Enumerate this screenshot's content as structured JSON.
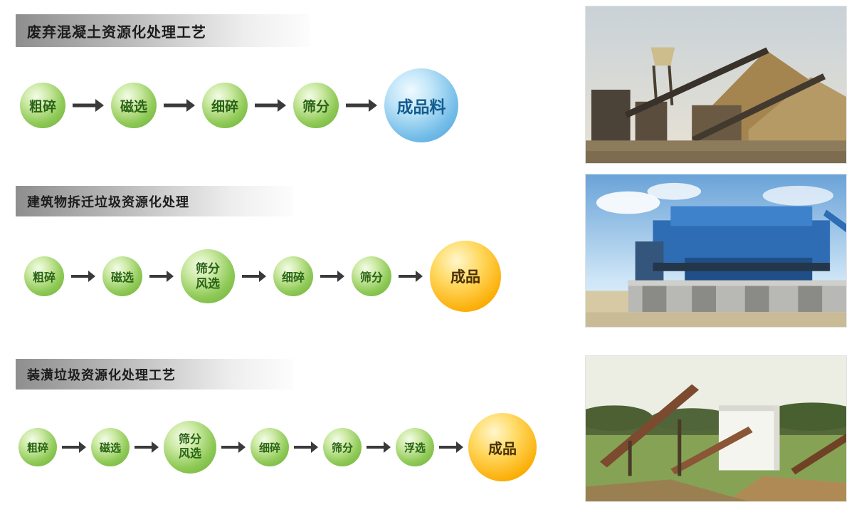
{
  "sections": [
    {
      "title": "废弃混凝土资源化处理工艺",
      "steps": [
        {
          "label": "粗碎"
        },
        {
          "label": "磁选"
        },
        {
          "label": "细碎"
        },
        {
          "label": "筛分"
        },
        {
          "label": "成品料"
        }
      ]
    },
    {
      "title": "建筑物拆迁垃圾资源化处理",
      "steps": [
        {
          "label": "粗碎"
        },
        {
          "label": "磁选"
        },
        {
          "label": "筛分",
          "label2": "风选"
        },
        {
          "label": "细碎"
        },
        {
          "label": "筛分"
        },
        {
          "label": "成品"
        }
      ]
    },
    {
      "title": "装潢垃圾资源化处理工艺",
      "steps": [
        {
          "label": "粗碎"
        },
        {
          "label": "磁选"
        },
        {
          "label": "筛分",
          "label2": "风选"
        },
        {
          "label": "细碎"
        },
        {
          "label": "筛分"
        },
        {
          "label": "浮选"
        },
        {
          "label": "成品"
        }
      ]
    }
  ],
  "colors": {
    "green_ball": "#90ca58",
    "green_text": "#2a6316",
    "blue_ball": "#72bce8",
    "blue_text": "#135c8f",
    "orange_ball": "#fbab00",
    "orange_text": "#4a3000",
    "arrow": "#3a3a3a",
    "banner_gray": "#8e8e8e"
  }
}
